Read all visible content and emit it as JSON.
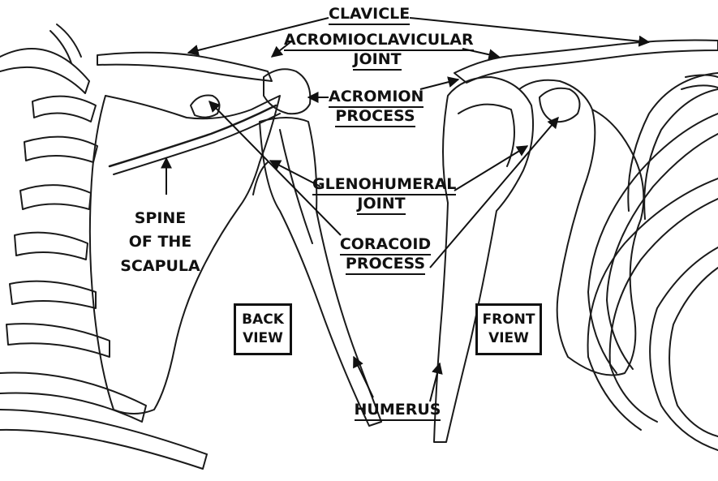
{
  "labels": {
    "clavicle": "CLAVICLE",
    "acromioclavicular_line1": "ACROMIOCLAVICULAR",
    "acromioclavicular_line2": "JOINT",
    "acromion_line1": "ACROMION",
    "acromion_line2": "PROCESS",
    "glenohumeral_line1": "GLENOHUMERAL",
    "glenohumeral_line2": "JOINT",
    "coracoid_line1": "CORACOID",
    "coracoid_line2": "PROCESS",
    "spine_line1": "SPINE",
    "spine_line2": "OF THE",
    "spine_line3": "SCAPULA",
    "humerus": "HUMERUS"
  },
  "views": {
    "back_line1": "BACK",
    "back_line2": "VIEW",
    "front_line1": "FRONT",
    "front_line2": "VIEW"
  }
}
